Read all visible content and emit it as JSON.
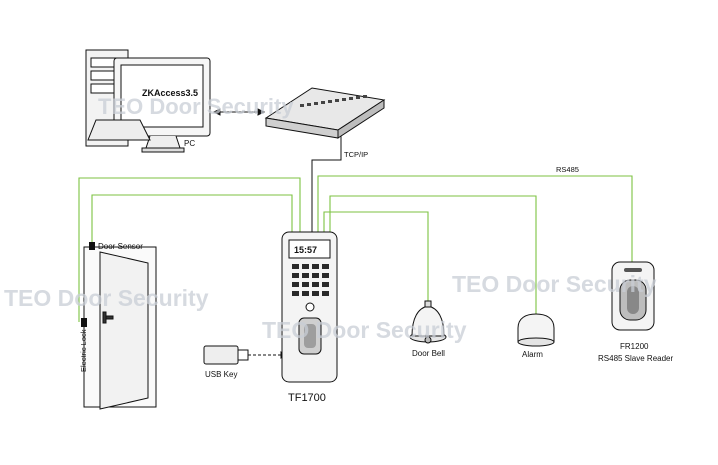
{
  "watermark": "TEO Door Security",
  "labels": {
    "software": "ZKAccess3.5",
    "pc": "PC",
    "tcpip": "TCP/IP",
    "rs485": "RS485",
    "door_sensor": "Door Sensor",
    "electric_lock": "Electric Lock",
    "usb_key": "USB Key",
    "device": "TF1700",
    "clock": "15:57",
    "door_bell": "Door Bell",
    "alarm": "Alarm",
    "slave_reader_model": "FR1200",
    "slave_reader_desc": "RS485 Slave Reader"
  },
  "colors": {
    "line": "#111111",
    "rs485_wire": "#7cc242"
  }
}
